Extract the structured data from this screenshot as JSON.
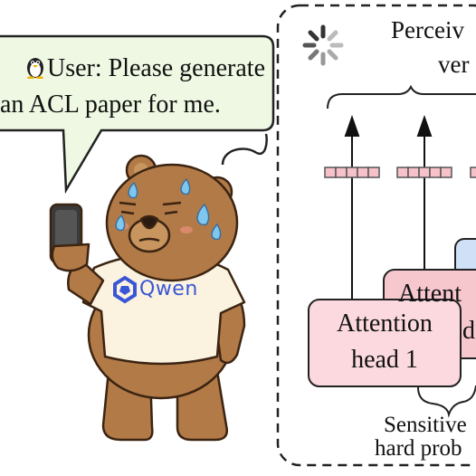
{
  "bubble": {
    "line1": "User: Please generate",
    "line2": "an ACL paper for me."
  },
  "icons": {
    "penguin": "penguin-icon",
    "spinner": "loading-spinner-icon",
    "phone": "phone-icon"
  },
  "mascot": {
    "shirt_logo": "Qwen"
  },
  "panel": {
    "header_line1": "Perceiv",
    "header_line2": "ver",
    "head1_line1": "Attention",
    "head1_line2": "head 1",
    "head2_line1": "Attent",
    "head2_line2": "d",
    "footer_line1": "Sensitive",
    "footer_line2": "hard prob"
  },
  "colors": {
    "bubble_fill": "#eef8e2",
    "head_fill": "#fbd9de",
    "head_fill_back": "#f7c7ce",
    "blue_box": "#cfe0f7",
    "token_fill": "#f6c1c8",
    "bear_fur": "#b27a47",
    "qwen_blue": "#3a56d6",
    "sweat": "#7ec8f0"
  }
}
